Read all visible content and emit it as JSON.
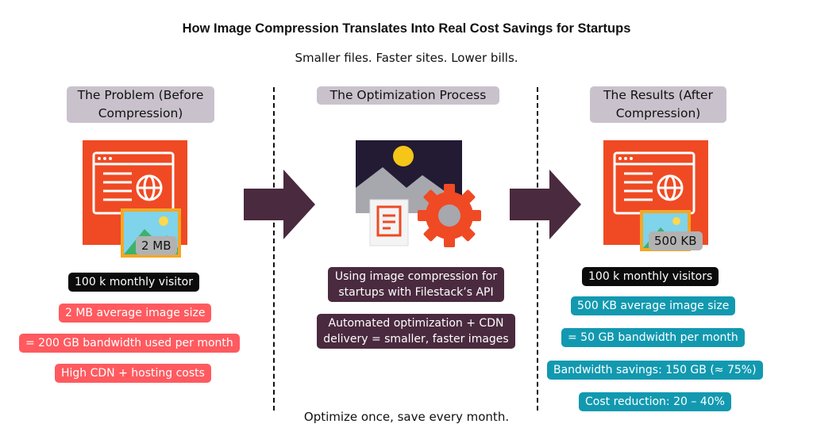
{
  "title": "How Image Compression Translates Into Real Cost Savings for Startups",
  "subtitle": "Smaller files. Faster sites. Lower bills.",
  "footer": "Optimize once, save every month.",
  "colors": {
    "heading_bg": "#c9c2cc",
    "brand_orange": "#ef4a23",
    "arrow_plum": "#4a2a3e",
    "problem_pill": "#ff5a5f",
    "result_pill": "#1299b0",
    "dark_pill": "#0b0b0b"
  },
  "columns": {
    "problem": {
      "heading_line1": "The Problem (Before",
      "heading_line2": "Compression)",
      "icon": "webpage-with-image-icon",
      "badge": "2 MB",
      "items": [
        "100 k monthly visitor",
        "2 MB average image size",
        "= 200 GB bandwidth used per month",
        "High CDN + hosting costs"
      ]
    },
    "process": {
      "heading": "The Optimization Process",
      "icon": "image-document-gear-icon",
      "items": [
        {
          "line1": "Using image compression for",
          "line2": "startups with Filestack’s API"
        },
        {
          "line1": "Automated optimization + CDN",
          "line2": "delivery = smaller, faster images"
        }
      ]
    },
    "results": {
      "heading_line1": "The Results (After",
      "heading_line2": "Compression)",
      "icon": "webpage-with-image-icon",
      "badge": "500 KB",
      "items": [
        "100 k monthly visitors",
        "500 KB average image size",
        "= 50 GB bandwidth per month",
        "Bandwidth savings: 150 GB (≈ 75%)",
        "Cost reduction: 20 – 40%"
      ]
    }
  }
}
